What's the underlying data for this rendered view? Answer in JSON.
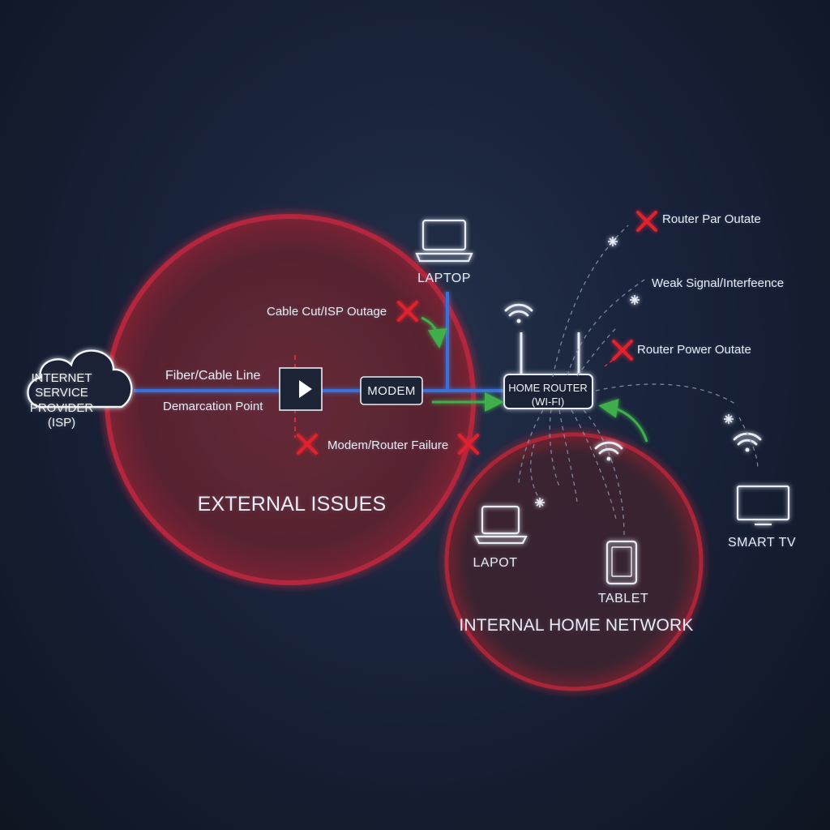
{
  "zones": {
    "external": {
      "label": "EXTERNAL ISSUES"
    },
    "internal": {
      "label": "INTERNAL HOME NETWORK"
    }
  },
  "nodes": {
    "isp": {
      "lines": [
        "INTERNET",
        "SERVICE",
        "PROVIDER",
        "(ISP)"
      ]
    },
    "modem": {
      "label": "MODEM"
    },
    "router": {
      "label_line1": "HOME ROUTER",
      "label_line2": "(WI-FI)"
    },
    "laptop_top": {
      "label": "LAPTOP"
    },
    "laptop_internal": {
      "label": "LAPOT"
    },
    "tablet": {
      "label": "TABLET"
    },
    "smart_tv": {
      "label": "SMART TV"
    }
  },
  "connections": {
    "fiber_line": {
      "label": "Fiber/Cable Line"
    },
    "demarcation": {
      "label": "Demarcation Point"
    }
  },
  "issues": [
    {
      "id": "cable_cut",
      "label": "Cable Cut/ISP Outage"
    },
    {
      "id": "modem_failure",
      "label": "Modem/Router Failure"
    },
    {
      "id": "router_par",
      "label": "Router Par Outate"
    },
    {
      "id": "weak_signal",
      "label": "Weak Signal/Interfeence"
    },
    {
      "id": "router_power",
      "label": "Router Power Outate"
    }
  ],
  "colors": {
    "background": "#141d2c",
    "zone_fill": "#5a2633",
    "zone_stroke": "#b4283c",
    "cable": "#3b6fd6",
    "error_x": "#e0222f",
    "ok_arrow": "#3fae4c",
    "device_outline": "#e8edf5"
  }
}
